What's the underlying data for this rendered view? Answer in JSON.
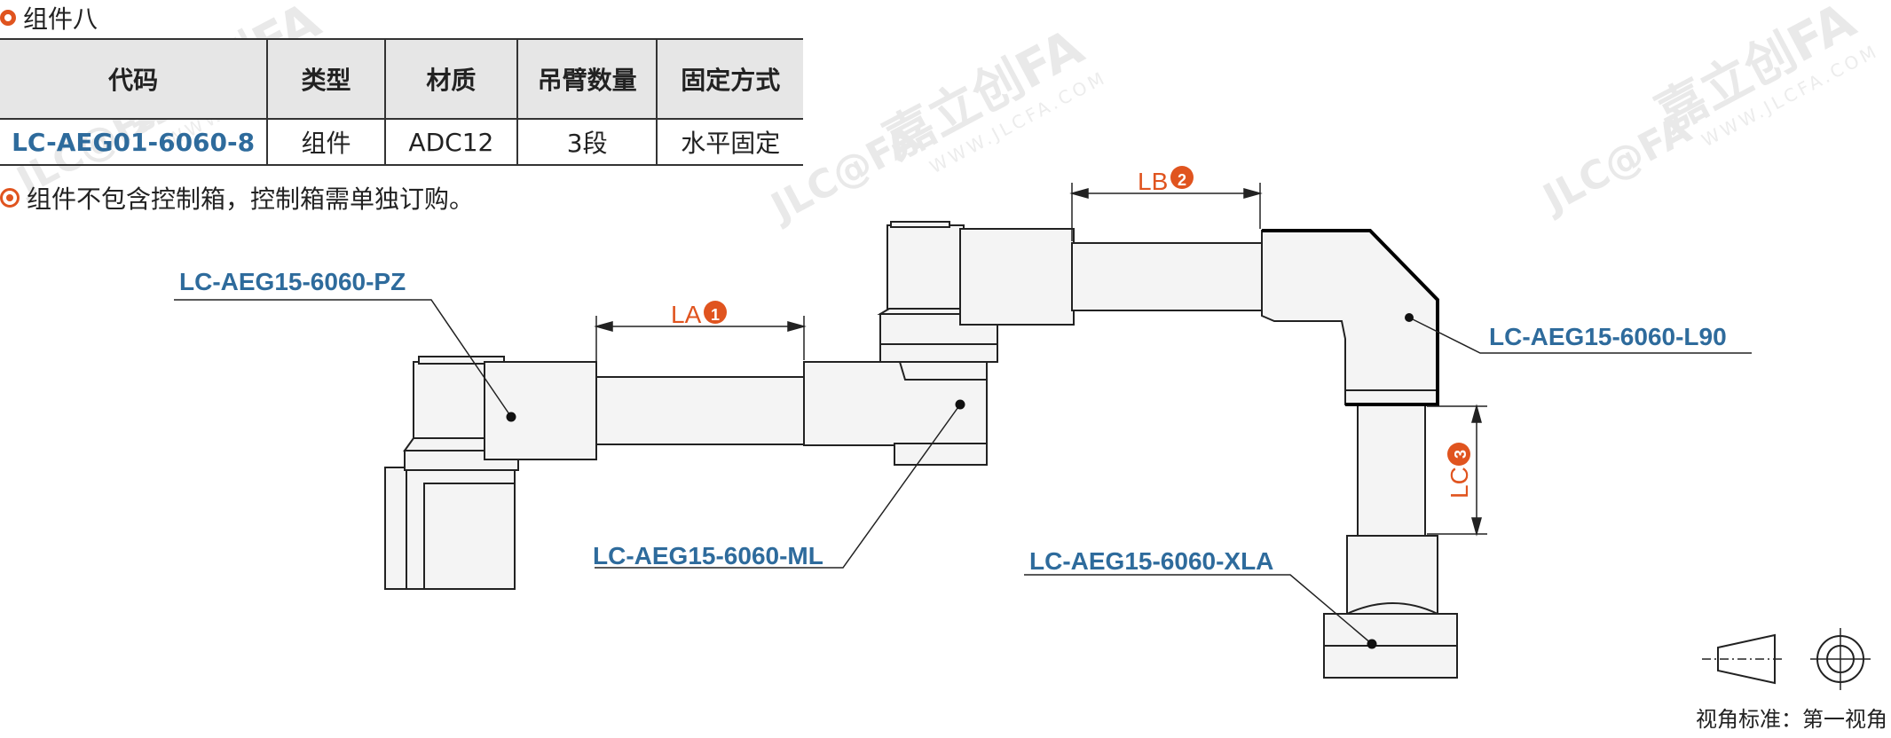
{
  "section": {
    "title": "组件八"
  },
  "table": {
    "headers": [
      "代码",
      "类型",
      "材质",
      "吊臂数量",
      "固定方式"
    ],
    "row": [
      "LC-AEG01-6060-8",
      "组件",
      "ADC12",
      "3段",
      "水平固定"
    ]
  },
  "note": "组件不包含控制箱，控制箱需单独订购。",
  "drawing": {
    "callouts": {
      "pz": "LC-AEG15-6060-PZ",
      "ml": "LC-AEG15-6060-ML",
      "l90": "LC-AEG15-6060-L90",
      "xla": "LC-AEG15-6060-XLA"
    },
    "dims": {
      "la": {
        "text": "LA",
        "num": "1"
      },
      "lb": {
        "text": "LB",
        "num": "2"
      },
      "lc": {
        "text": "LC",
        "num": "3"
      }
    }
  },
  "watermark": {
    "brand": "嘉立创FA",
    "logo": "JLC@FA",
    "url": "WWW.JLCFA.COM"
  },
  "view_standard": "视角标准：第一视角",
  "colors": {
    "accent": "#e0541f",
    "code_blue": "#2e6b9c",
    "part_fill": "#f4f4f4",
    "header_bg": "#e6e6e6"
  }
}
